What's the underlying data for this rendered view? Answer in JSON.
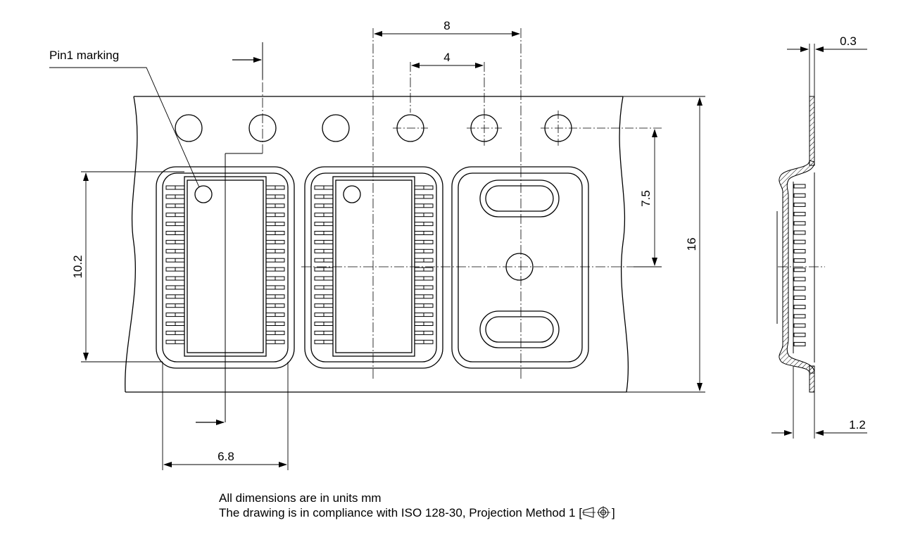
{
  "drawing": {
    "pin1_label": "Pin1 marking",
    "dimensions": {
      "pitch_outer": "8",
      "pitch_inner": "4",
      "thickness": "0.3",
      "hole_to_center": "7.5",
      "tape_width": "16",
      "cavity_length": "10.2",
      "cavity_width": "6.8",
      "cavity_depth": "1.2"
    },
    "colors": {
      "line": "#000000",
      "background": "#ffffff"
    }
  },
  "notes": {
    "units": "All dimensions are in units mm",
    "compliance_prefix": "The drawing is in compliance with ISO 128-30, Projection Method 1 [",
    "compliance_suffix": "]",
    "projection_icon": "first-angle-projection-icon"
  }
}
